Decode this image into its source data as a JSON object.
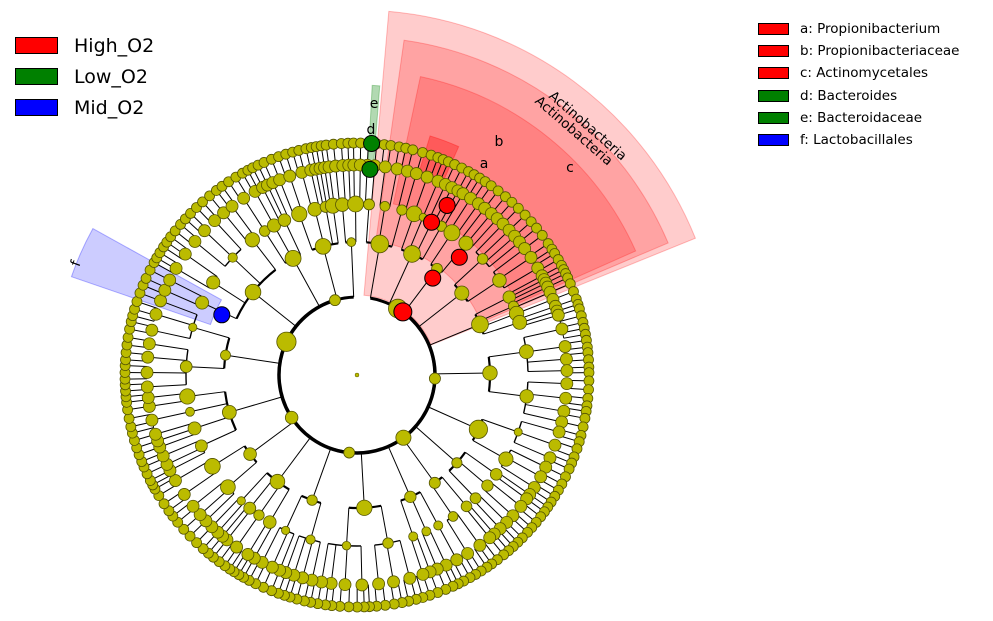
{
  "class_legend": [
    {
      "label": "High_O2",
      "color": "#ff0000"
    },
    {
      "label": "Low_O2",
      "color": "#008000"
    },
    {
      "label": "Mid_O2",
      "color": "#0000ff"
    }
  ],
  "taxa_legend": [
    {
      "label": "a: Propionibacterium",
      "color": "#ff0000"
    },
    {
      "label": "b: Propionibacteriaceae",
      "color": "#ff0000"
    },
    {
      "label": "c: Actinomycetales",
      "color": "#ff0000"
    },
    {
      "label": "d: Bacteroides",
      "color": "#008000"
    },
    {
      "label": "e: Bacteroidaceae",
      "color": "#008000"
    },
    {
      "label": "f: Lactobacillales",
      "color": "#0000ff"
    }
  ],
  "cladogram": {
    "node_color": "#bbbb00",
    "highlight_labels": {
      "phylum": "Actinobacteria",
      "class": "Actinobacteria",
      "a": "a",
      "b": "b",
      "c": "c",
      "d": "d",
      "e": "e",
      "f": "f"
    }
  }
}
